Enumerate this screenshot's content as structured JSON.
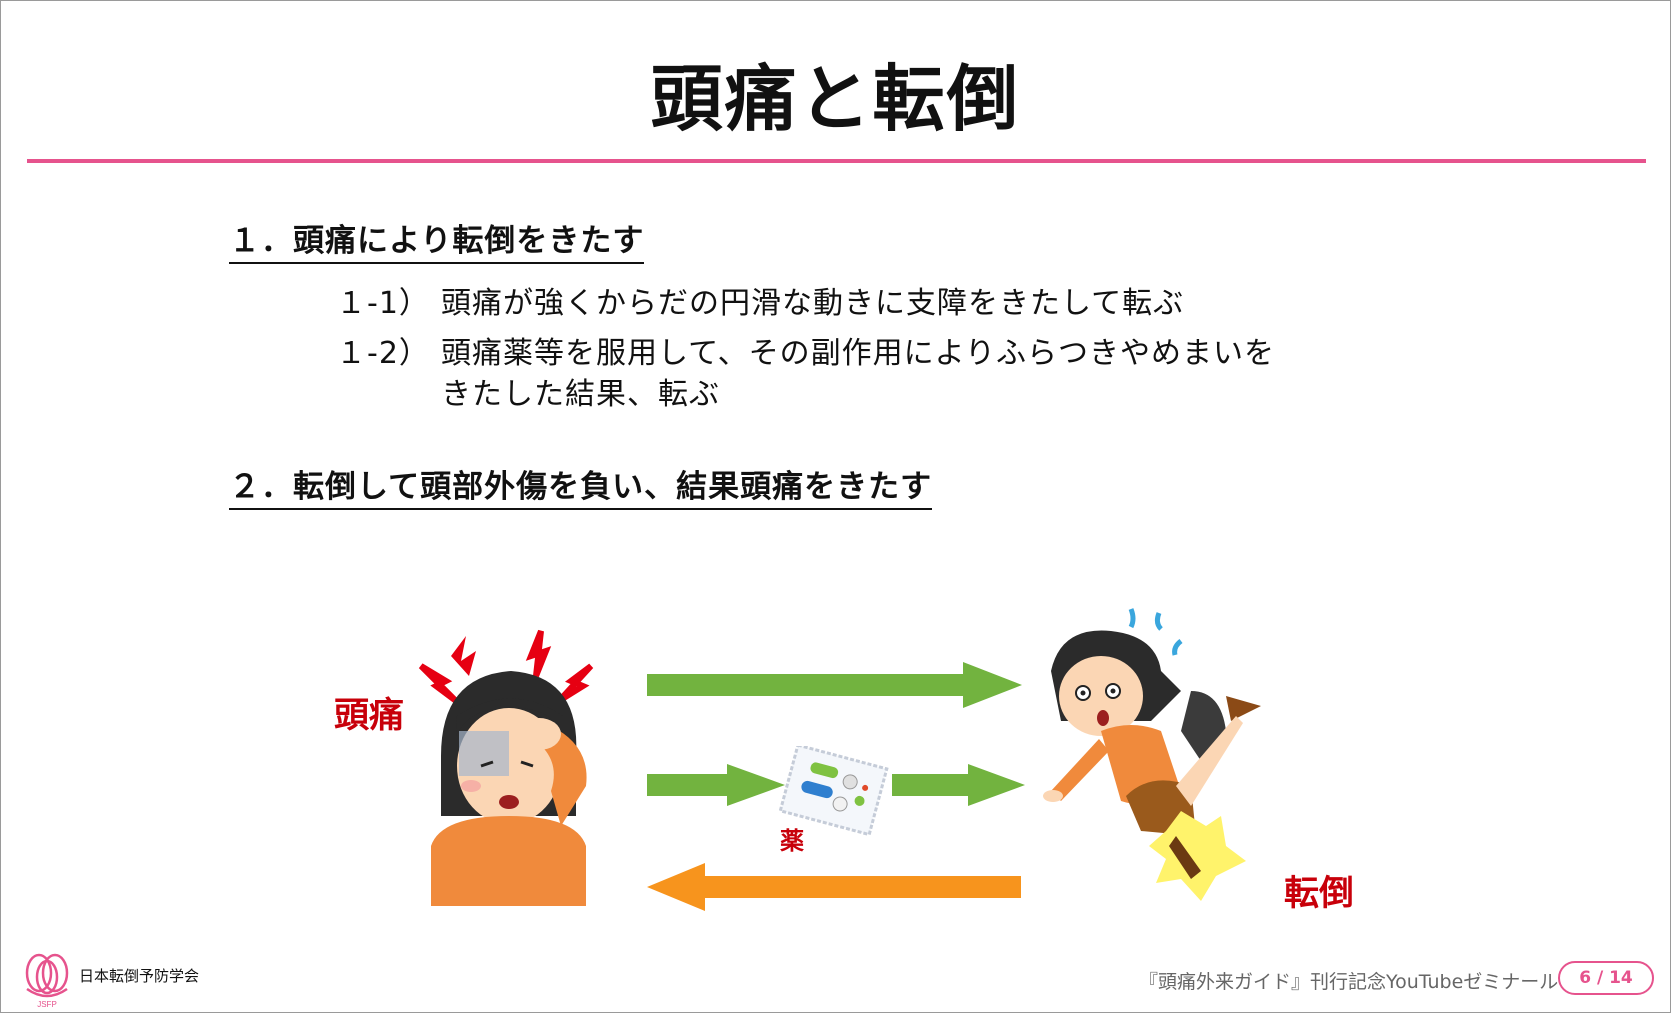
{
  "slide": {
    "title": "頭痛と転倒",
    "section1": {
      "heading": "１．頭痛により転倒をきたす",
      "items": [
        {
          "num": "１-1）",
          "lines": [
            "頭痛が強くからだの円滑な動きに支障をきたして転ぶ"
          ]
        },
        {
          "num": "１-2）",
          "lines": [
            "頭痛薬等を服用して、その副作用によりふらつきやめまいを",
            "きたした結果、転ぶ"
          ]
        }
      ]
    },
    "section2": {
      "heading": "２．転倒して頭部外傷を負い、結果頭痛をきたす"
    },
    "diagram": {
      "label_headache": "頭痛",
      "label_medicine": "薬",
      "label_fall": "転倒",
      "colors": {
        "forward_arrow": "#72b33f",
        "backward_arrow": "#f7941d",
        "label": "#c8000a"
      }
    }
  },
  "footer": {
    "org_name": "日本転倒予防学会",
    "logo_text": "JSFP",
    "seminar": "『頭痛外来ガイド』刊行記念YouTubeゼミナール",
    "page": "6 / 14"
  }
}
